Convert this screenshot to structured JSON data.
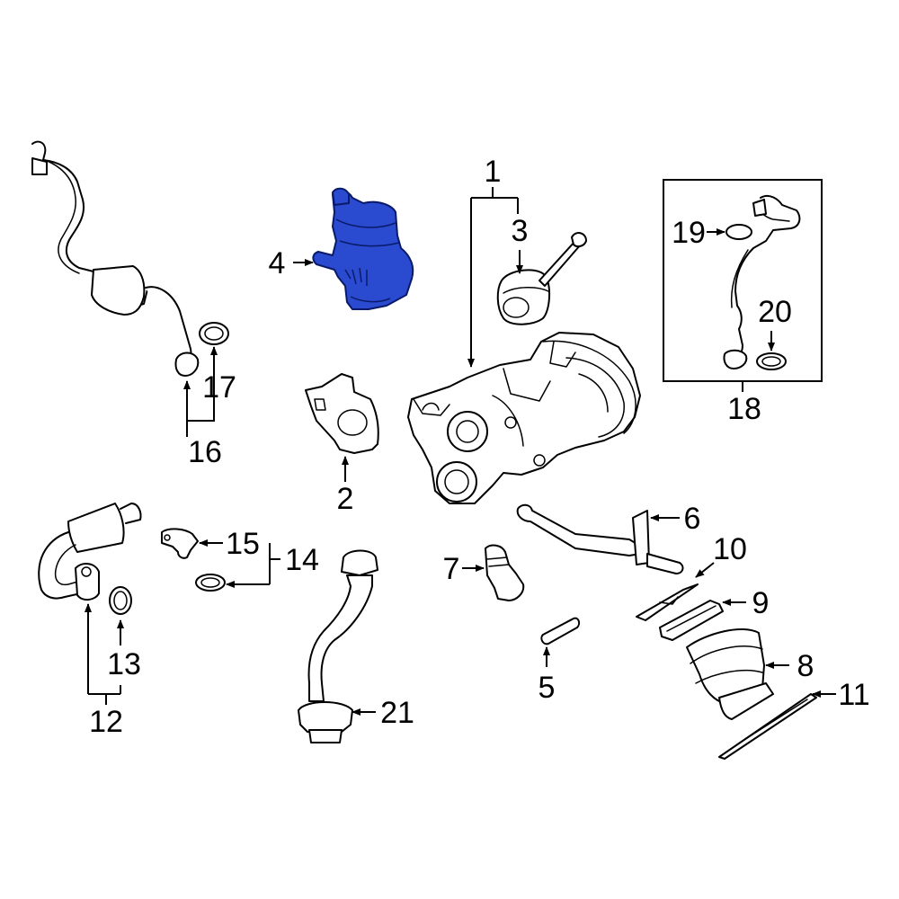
{
  "highlight_color": "#2a4bd0",
  "callouts": {
    "c1": "1",
    "c2": "2",
    "c3": "3",
    "c4": "4",
    "c5": "5",
    "c6": "6",
    "c7": "7",
    "c8": "8",
    "c9": "9",
    "c10": "10",
    "c11": "11",
    "c12": "12",
    "c13": "13",
    "c14": "14",
    "c15": "15",
    "c16": "16",
    "c17": "17",
    "c18": "18",
    "c19": "19",
    "c20": "20",
    "c21": "21"
  }
}
